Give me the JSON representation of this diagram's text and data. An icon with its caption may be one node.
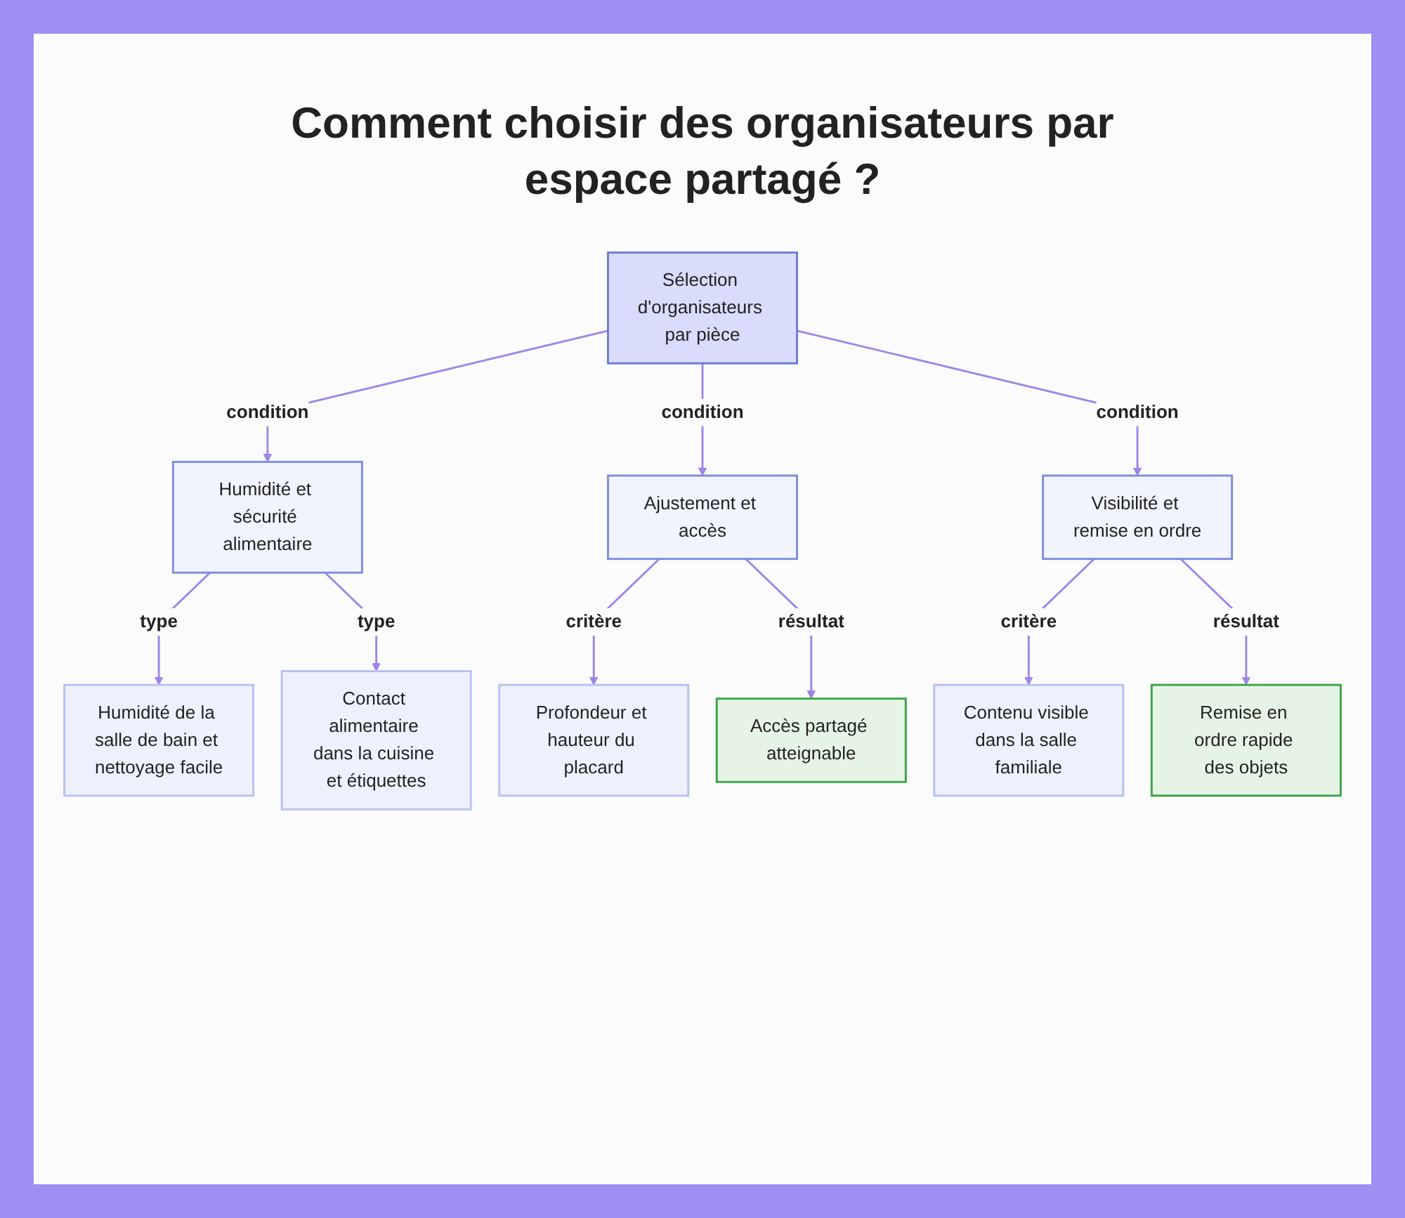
{
  "diagram": {
    "title": "Comment choisir des organisateurs par espace partagé ?",
    "nodes": [
      {
        "text": [
          "Sélection d'organisateurs par pièce"
        ]
      },
      {
        "text": [
          "Humidité et sécurité alimentaire"
        ]
      },
      {
        "text": [
          "Ajustement et accès"
        ]
      },
      {
        "text": [
          "Visibilité et remise en ordre"
        ]
      },
      {
        "text": [
          "Humidité de la salle de bain et nettoyage facile"
        ]
      },
      {
        "text": [
          "Contact alimentaire dans la cuisine et étiquettes"
        ]
      },
      {
        "text": [
          "Profondeur et hauteur du placard"
        ]
      },
      {
        "text": [
          "Accès partagé atteignable"
        ]
      },
      {
        "text": [
          "Contenu visible dans la salle familiale"
        ]
      },
      {
        "text": [
          "Remise en ordre rapide des objets"
        ]
      }
    ],
    "edges": [
      {
        "from": 0,
        "to": 1,
        "arrow": "to",
        "label": "condition"
      },
      {
        "from": 0,
        "to": 2,
        "arrow": "to",
        "label": "condition"
      },
      {
        "from": 0,
        "to": 3,
        "arrow": "to",
        "label": "condition"
      },
      {
        "from": 1,
        "to": 4,
        "arrow": "to",
        "label": "type"
      },
      {
        "from": 1,
        "to": 5,
        "arrow": "to",
        "label": "type"
      },
      {
        "from": 2,
        "to": 6,
        "arrow": "to",
        "label": "critère"
      },
      {
        "from": 2,
        "to": 7,
        "arrow": "to",
        "label": "résultat"
      },
      {
        "from": 3,
        "to": 8,
        "arrow": "to",
        "label": "critère"
      },
      {
        "from": 3,
        "to": 9,
        "arrow": "to",
        "label": "résultat"
      }
    ]
  }
}
